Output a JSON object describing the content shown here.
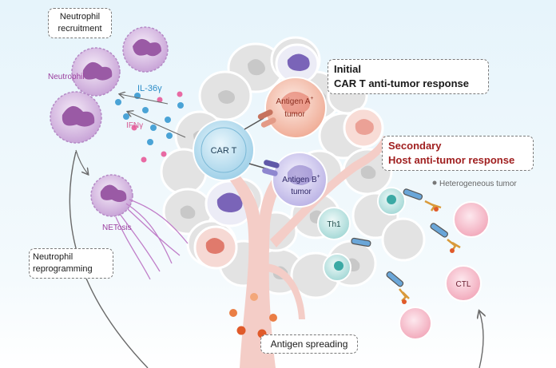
{
  "labels": {
    "neutrophil_recruitment_1": "Neutrophil",
    "neutrophil_recruitment_2": "recruitment",
    "neutrophil": "Neutrophil",
    "il36": "IL-36γ",
    "ifn": "IFNγ",
    "netosis": "NETosis",
    "neutrophil_reprogramming_1": "Neutrophil",
    "neutrophil_reprogramming_2": "reprogramming",
    "car_t": "CAR T",
    "antigen_a_1": "Antigen A",
    "antigen_a_sup": "+",
    "antigen_a_2": "tumor",
    "antigen_b_1": "Antigen B",
    "antigen_b_sup": "+",
    "antigen_b_2": "tumor",
    "initial_1": "Initial",
    "initial_2": "CAR T anti-tumor response",
    "secondary_1": "Secondary",
    "secondary_2": "Host anti-tumor response",
    "heterogeneous_tumor": "Heterogeneous tumor",
    "th1": "Th1",
    "ctl": "CTL",
    "antigen_spreading": "Antigen spreading"
  },
  "colors": {
    "background_gradient_top": "#e6f4fb",
    "neutrophil": "#c9a6d6",
    "neutrophil_nucleus": "#9a5aa5",
    "tumor_cell": "#e4e4e4",
    "tumor_nucleus": "#c9c9c9",
    "car_t": "#a9d6ea",
    "antigen_a": "#f3b9a4",
    "antigen_b": "#bdb6e6",
    "blood_vessel": "#f4cdc7",
    "th1": "#a9dbd9",
    "ctl": "#f5b7c5",
    "secondary_text": "#a02020"
  }
}
